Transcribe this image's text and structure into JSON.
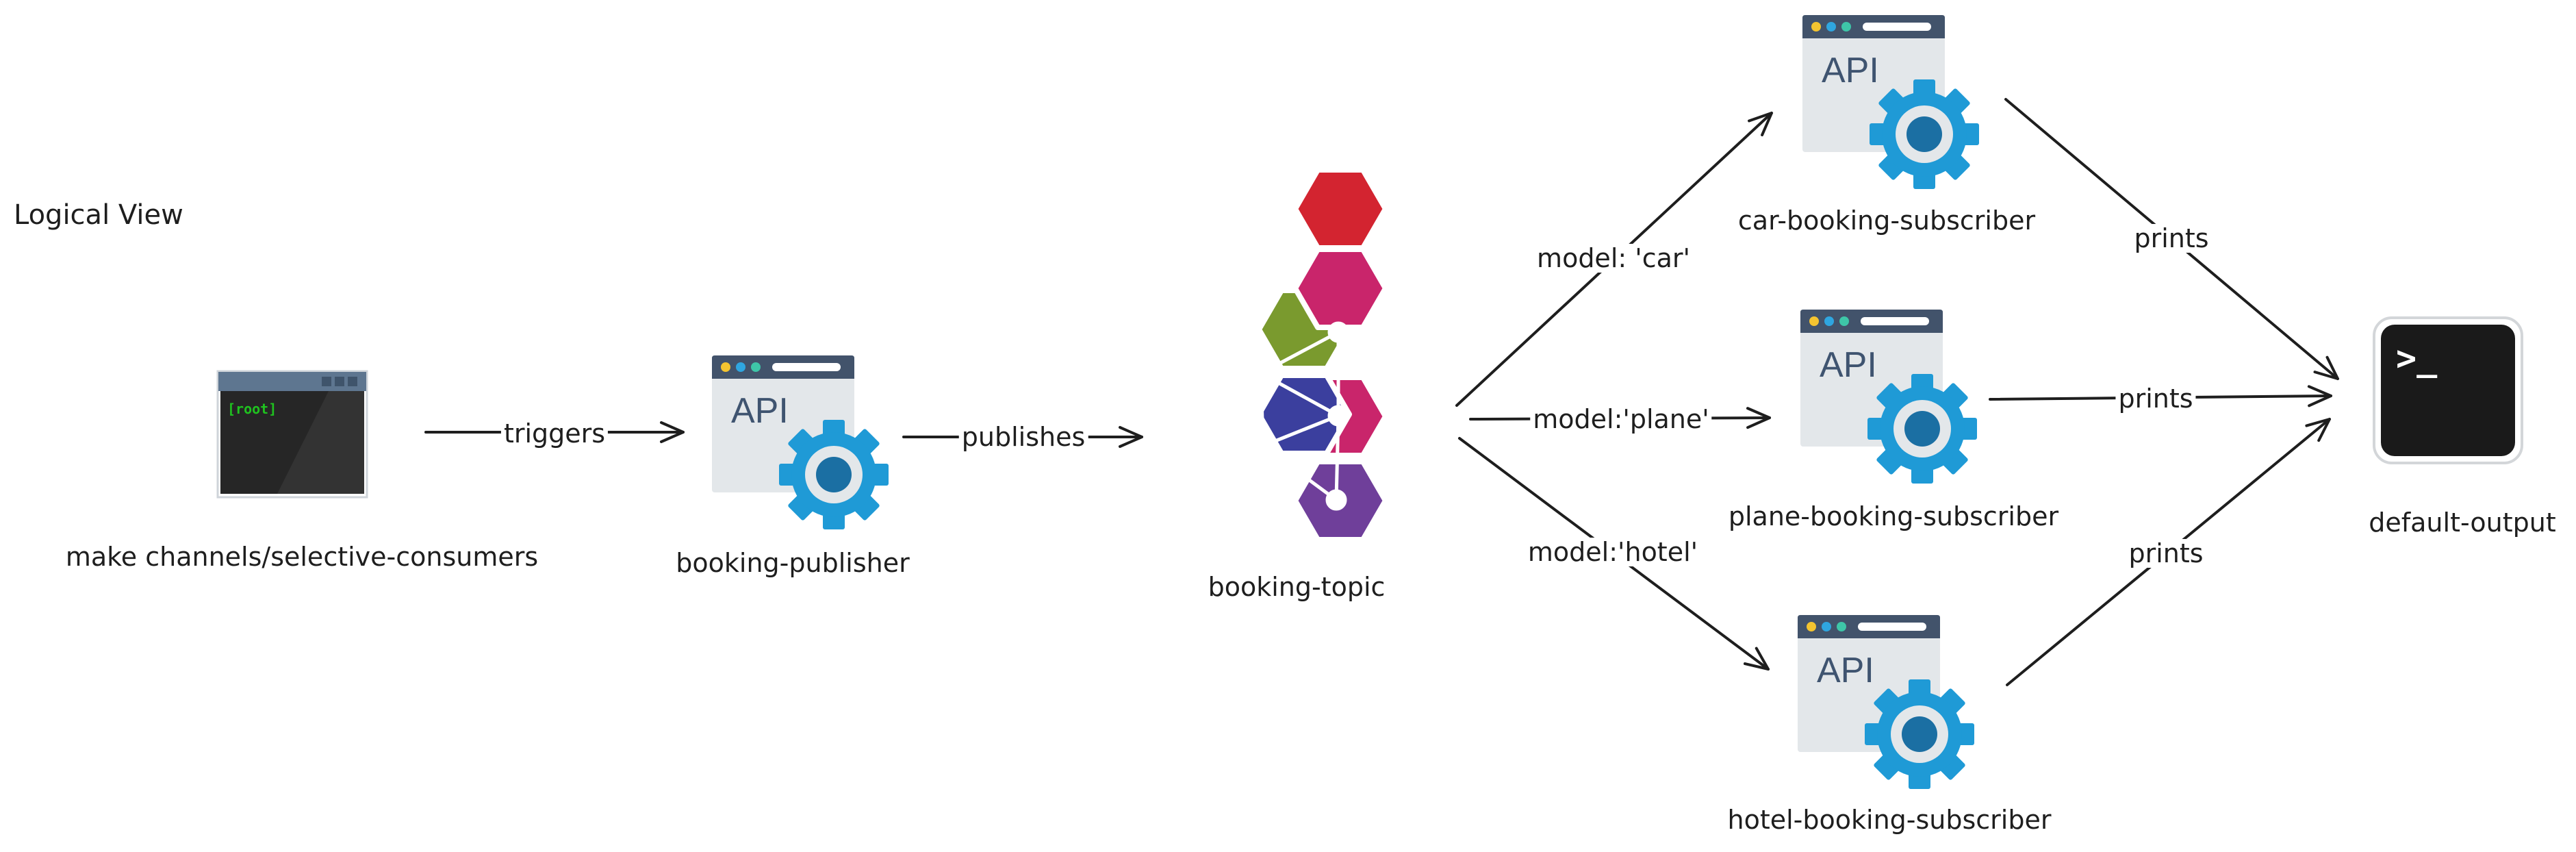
{
  "title": "Logical View",
  "nodes": {
    "terminal": {
      "label": "make channels/selective-consumers",
      "prompt_text": "[root]",
      "icon": "terminal-window-icon"
    },
    "publisher": {
      "label": "booking-publisher",
      "badge": "API",
      "icon": "api-gear-icon"
    },
    "topic": {
      "label": "booking-topic",
      "icon": "hexagon-cluster-topic-icon"
    },
    "car": {
      "label": "car-booking-subscriber",
      "badge": "API",
      "icon": "api-gear-icon"
    },
    "plane": {
      "label": "plane-booking-subscriber",
      "badge": "API",
      "icon": "api-gear-icon"
    },
    "hotel": {
      "label": "hotel-booking-subscriber",
      "badge": "API",
      "icon": "api-gear-icon"
    },
    "output": {
      "label": "default-output",
      "prompt_text": ">_",
      "icon": "console-icon"
    }
  },
  "edges": {
    "triggers": "triggers",
    "publishes": "publishes",
    "model_car": "model: 'car'",
    "model_plane": "model:'plane'",
    "model_hotel": "model:'hotel'",
    "prints_car": "prints",
    "prints_plane": "prints",
    "prints_hotel": "prints"
  },
  "colors": {
    "ink": "#1e1e1e",
    "api_bg": "#e3e7ea",
    "api_header": "#42536b",
    "api_text": "#3f5470",
    "gear_blue": "#1f9ad6",
    "gear_center": "#1b6fa3",
    "hex_green": "#7a9a2e",
    "hex_red": "#d32430",
    "hex_magenta": "#c9256b",
    "hex_indigo": "#3b3f9e",
    "hex_purple": "#6f3f9a",
    "term_bg": "#262626",
    "term_header": "#5e7690",
    "term_prompt": "#1fc21f"
  }
}
